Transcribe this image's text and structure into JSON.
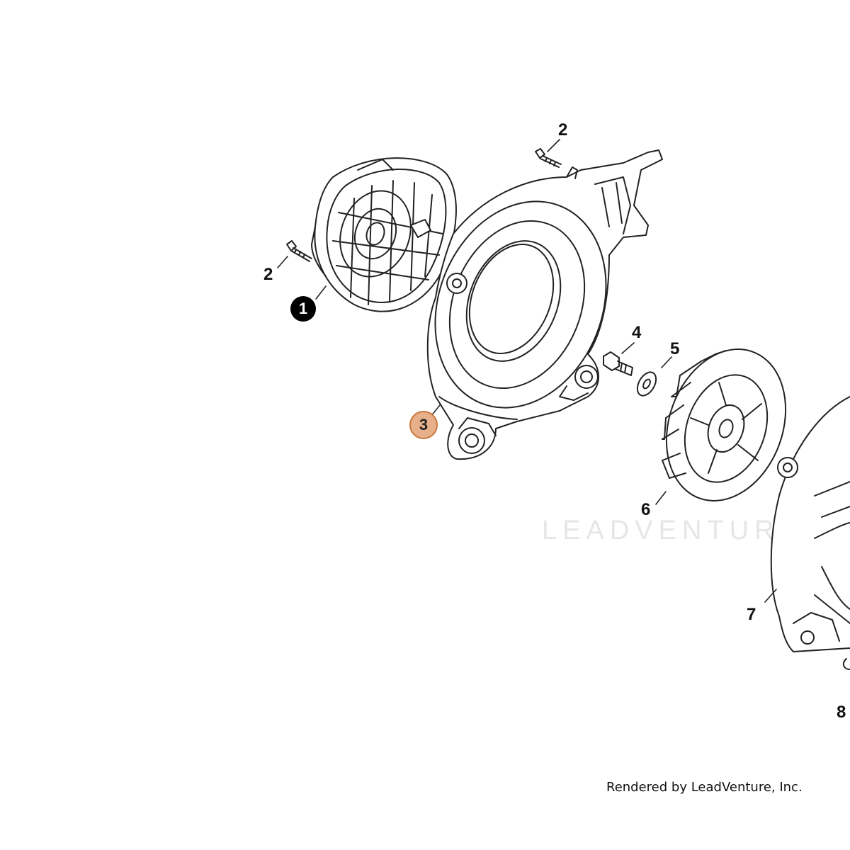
{
  "callouts": {
    "c1": "1",
    "c2_top": "2",
    "c2_left": "2",
    "c3": "3",
    "c4": "4",
    "c5": "5",
    "c6": "6",
    "c7": "7",
    "c8": "8"
  },
  "watermark": "LEADVENTURE",
  "credit": "Rendered by LeadVenture, Inc.",
  "colors": {
    "line": "#222222",
    "selected_fill": "#e8b08a",
    "selected_border": "#c9763e",
    "watermark": "#e6e6e6"
  }
}
